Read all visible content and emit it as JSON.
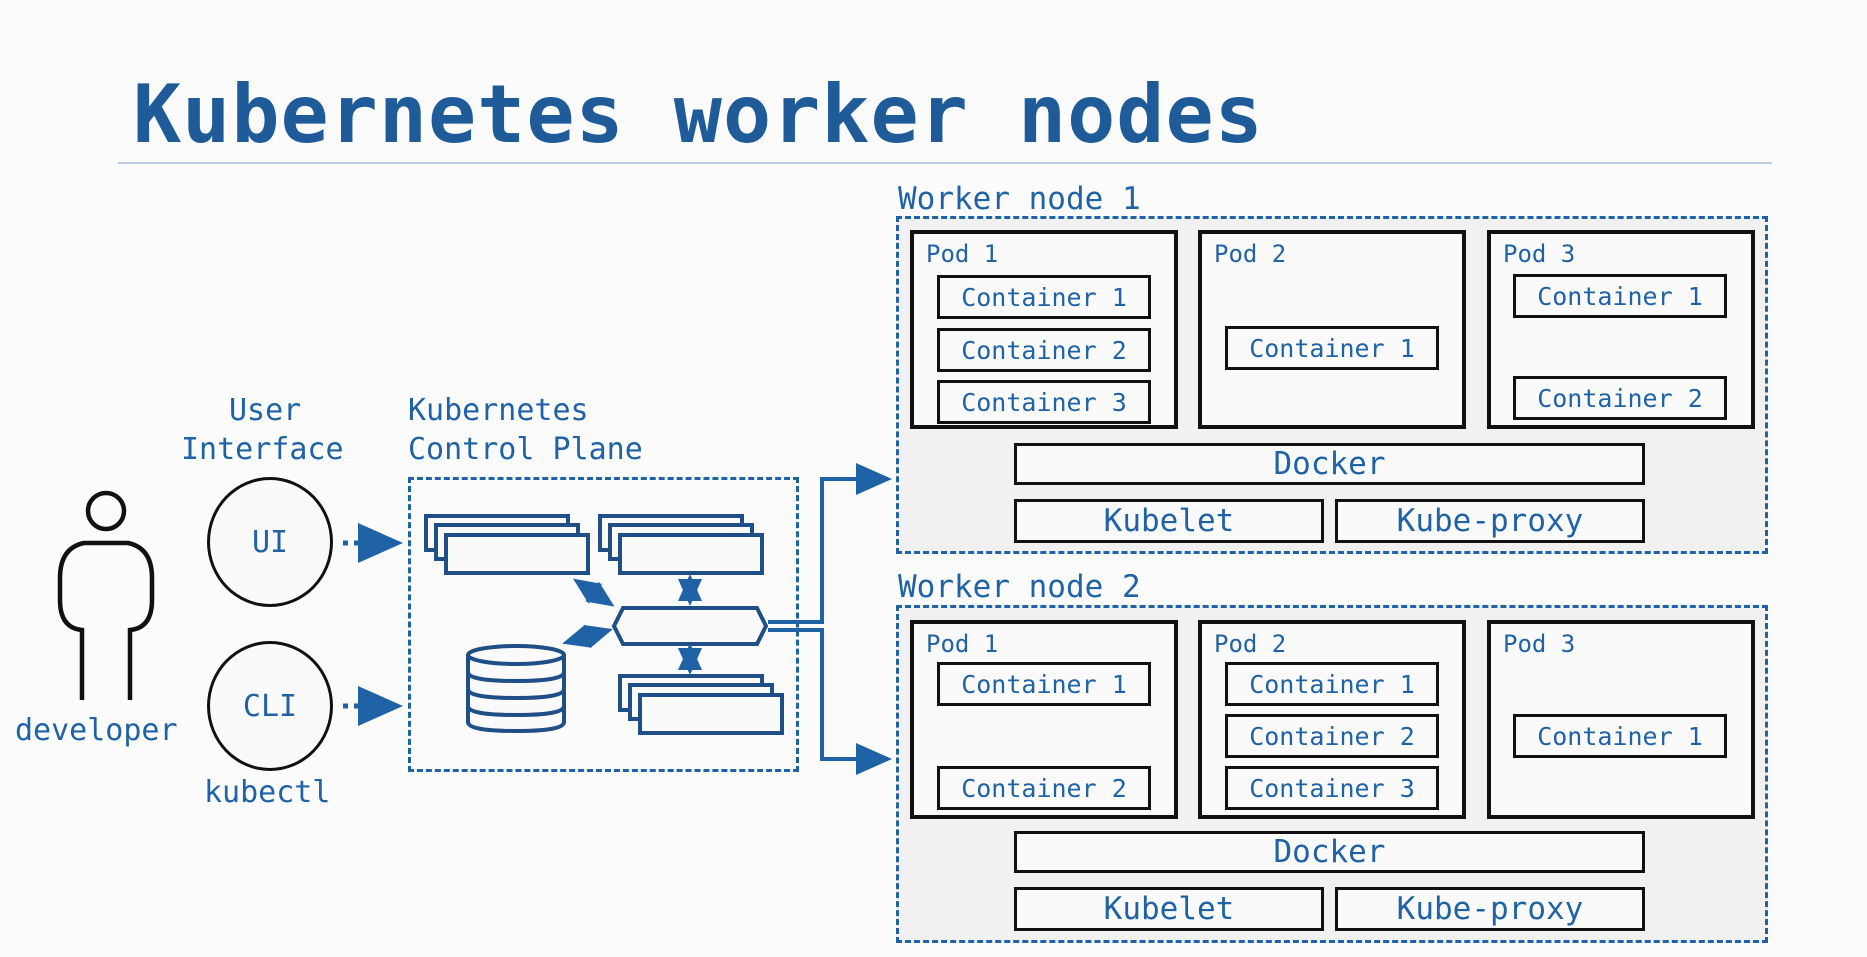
{
  "title": "Kubernetes worker nodes",
  "user_interface": {
    "label_line1": "User",
    "label_line2": "Interface",
    "ui": "UI",
    "cli": "CLI",
    "cli_caption": "kubectl"
  },
  "developer": {
    "label": "developer"
  },
  "control_plane": {
    "label_line1": "Kubernetes",
    "label_line2": "Control Plane"
  },
  "worker_nodes": [
    {
      "name": "Worker node 1",
      "pods": [
        {
          "name": "Pod 1",
          "containers": [
            "Container 1",
            "Container 2",
            "Container 3"
          ]
        },
        {
          "name": "Pod 2",
          "containers": [
            "Container 1"
          ]
        },
        {
          "name": "Pod 3",
          "containers": [
            "Container 1",
            "Container 2"
          ]
        }
      ],
      "runtime": "Docker",
      "kubelet": "Kubelet",
      "kube_proxy": "Kube-proxy"
    },
    {
      "name": "Worker node 2",
      "pods": [
        {
          "name": "Pod 1",
          "containers": [
            "Container 1",
            "Container 2"
          ]
        },
        {
          "name": "Pod 2",
          "containers": [
            "Container 1",
            "Container 2",
            "Container 3"
          ]
        },
        {
          "name": "Pod 3",
          "containers": [
            "Container 1"
          ]
        }
      ],
      "runtime": "Docker",
      "kubelet": "Kubelet",
      "kube_proxy": "Kube-proxy"
    }
  ]
}
